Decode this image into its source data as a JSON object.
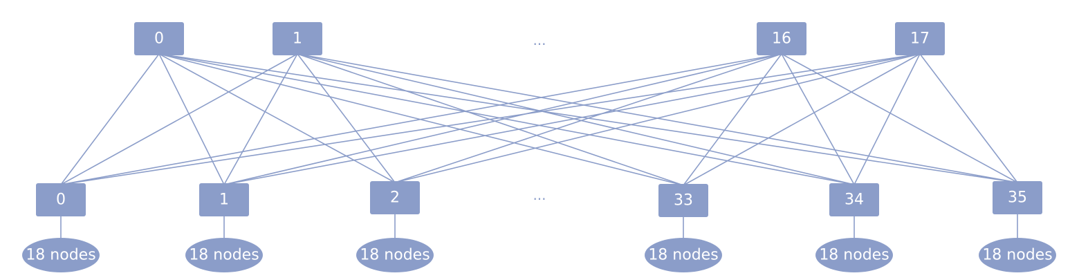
{
  "top_switches": [
    "0",
    "1",
    "16",
    "17"
  ],
  "bottom_switches": [
    "0",
    "1",
    "2",
    "33",
    "34",
    "35"
  ],
  "node_group_label": "18 nodes",
  "ellipsis": "...",
  "colors": {
    "fill": "#8b9dc9",
    "text": "#ffffff"
  }
}
